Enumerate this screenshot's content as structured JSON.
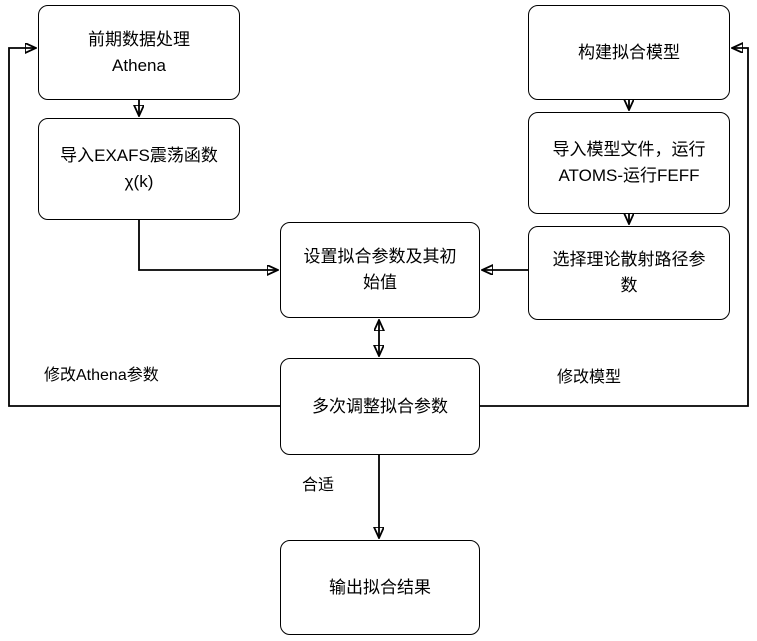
{
  "diagram": {
    "title": "EXAFS fitting workflow",
    "nodes": {
      "preprocess_athena": {
        "label": "前期数据处理\nAthena"
      },
      "import_exafs": {
        "label": "导入EXAFS震荡函数\nχ(k)"
      },
      "build_model": {
        "label": "构建拟合模型"
      },
      "import_model_file": {
        "label": "导入模型文件，运行\nATOMS-运行FEFF"
      },
      "select_scattering_paths": {
        "label": "选择理论散射路径参\n数"
      },
      "set_fit_params": {
        "label": "设置拟合参数及其初\n始值"
      },
      "adjust_fit_params": {
        "label": "多次调整拟合参数"
      },
      "output_fit_result": {
        "label": "输出拟合结果"
      }
    },
    "edge_labels": {
      "modify_athena": "修改Athena参数",
      "modify_model": "修改模型",
      "suitable": "合适"
    },
    "colors": {
      "line": "#000000",
      "box_border": "#000000",
      "background": "#ffffff"
    }
  }
}
